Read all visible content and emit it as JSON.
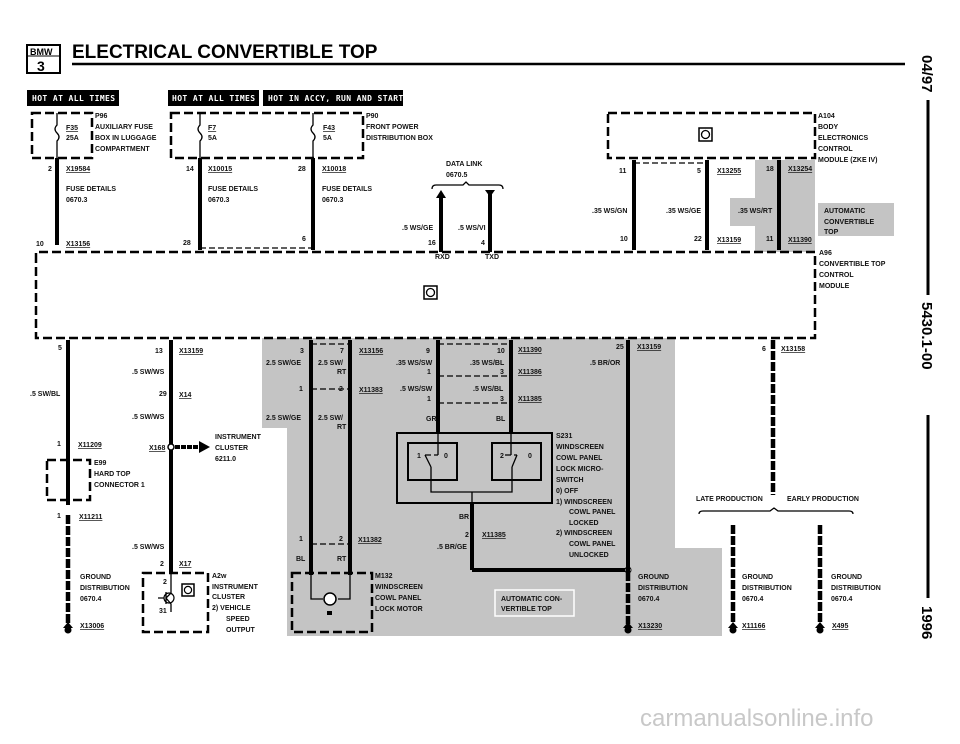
{
  "header": {
    "logo_top": "BMW",
    "logo_num": "3",
    "title": "ELECTRICAL CONVERTIBLE TOP"
  },
  "side": {
    "date": "04/97",
    "page": "5430.1-00",
    "year": "1996"
  },
  "badges": [
    "HOT AT ALL TIMES",
    "HOT AT ALL TIMES",
    "HOT IN ACCY, RUN AND START"
  ],
  "p96": {
    "id": "P96",
    "desc": [
      "AUXILIARY FUSE",
      "BOX IN LUGGAGE",
      "COMPARTMENT"
    ],
    "fuse": "F35",
    "amp": "25A",
    "pin": "2",
    "conn": "X19584",
    "bot_pin": "10",
    "bot_conn": "X13156"
  },
  "p90": {
    "id": "P90",
    "desc": [
      "FRONT POWER",
      "DISTRIBUTION BOX"
    ],
    "fuse1": "F7",
    "amp1": "5A",
    "fuse2": "F43",
    "amp2": "5A",
    "pin1": "14",
    "conn1": "X10015",
    "pin2": "28",
    "conn2": "X10018",
    "bot_pin1": "28",
    "bot_pin2": "6"
  },
  "fuse_details": {
    "label": "FUSE DETAILS",
    "ref": "0670.3"
  },
  "data_link": {
    "label": "DATA LINK",
    "ref": "0670.5",
    "wire1": ".5 WS/GE",
    "wire2": ".5 WS/VI",
    "pin1": "16",
    "pin2": "4",
    "rxd": "RXD",
    "txd": "TXD"
  },
  "a104": {
    "id": "A104",
    "desc": [
      "BODY",
      "ELECTRONICS",
      "CONTROL",
      "MODULE (ZKE IV)"
    ],
    "pins_top": [
      "11",
      "5",
      "18"
    ],
    "conn_top1": "X13255",
    "conn_top2": "X13254",
    "wires": [
      ".35 WS/GN",
      ".35 WS/GE",
      ".35 WS/RT"
    ],
    "pins_bot": [
      "10",
      "22",
      "11"
    ],
    "conn_bot1": "X13159",
    "conn_bot2": "X11390"
  },
  "legend_box": [
    "AUTOMATIC",
    "CONVERTIBLE",
    "TOP"
  ],
  "a96": {
    "id": "A96",
    "desc": [
      "CONVERTIBLE TOP",
      "CONTROL",
      "MODULE"
    ]
  },
  "left": {
    "pin": "5",
    "wire": ".5 SW/BL",
    "pin2": "1",
    "conn2": "X11209",
    "e99": [
      "E99",
      "HARD TOP",
      "CONNECTOR 1"
    ],
    "pin3": "1",
    "conn3": "X11211",
    "ground": [
      "GROUND",
      "DISTRIBUTION",
      "0670.4"
    ],
    "gconn": "X13006"
  },
  "cluster": {
    "pin": "13",
    "conn": "X13159",
    "wire": ".5 SW/WS",
    "pin2": "29",
    "conn2": "X14",
    "splice": "X168",
    "arrow": [
      "INSTRUMENT",
      "CLUSTER",
      "6211.0"
    ],
    "pin3": "2",
    "conn3": "X17",
    "a2w": [
      "A2w",
      "INSTRUMENT",
      "CLUSTER",
      "2)  VEHICLE",
      "SPEED",
      "OUTPUT"
    ],
    "inner_pin": "2",
    "inner_pin2": "31"
  },
  "m132": {
    "pins_top": [
      "3",
      "7"
    ],
    "conn_top": "X13156",
    "wire_a": "2.5 SW/GE",
    "wire_b1": "2.5 SW/",
    "wire_b2": "RT",
    "pins_mid": [
      "1",
      "2"
    ],
    "conn_mid": "X11383",
    "pins_bot": [
      "1",
      "2"
    ],
    "conn_bot": "X11382",
    "col1": "BL",
    "col2": "RT",
    "desc": [
      "M132",
      "WINDSCREEN",
      "COWL PANEL",
      "LOCK MOTOR"
    ]
  },
  "s231": {
    "pins_a": [
      "9",
      "10"
    ],
    "conn_a": "X11390",
    "wire_a1": ".35 WS/SW",
    "wire_a2": ".35 WS/BL",
    "pins_b": [
      "1",
      "3"
    ],
    "conn_b": "X11386",
    "wire_b1": ".5 WS/SW",
    "wire_b2": ".5 WS/BL",
    "pins_c": [
      "1",
      "3"
    ],
    "conn_c": "X11385",
    "col1": "GR",
    "col2": "BL",
    "sw1": [
      "1",
      "0"
    ],
    "sw2": [
      "2",
      "0"
    ],
    "desc": [
      "S231",
      "WINDSCREEN",
      "COWL PANEL",
      "LOCK MICRO-",
      "SWITCH",
      "0)   OFF",
      "1)   WINDSCREEN",
      "COWL PANEL",
      "LOCKED",
      "2)   WINDSCREEN",
      "COWL PANEL",
      "UNLOCKED"
    ],
    "br": "BR",
    "pin_out": "2",
    "conn_out": "X11385",
    "wire_out": ".5 BR/GE"
  },
  "legend_box2": [
    "AUTOMATIC CON-",
    "VERTIBLE TOP"
  ],
  "right_gnd": {
    "pin": "25",
    "conn": "X13159",
    "wire": ".5 BR/OR",
    "ground": [
      "GROUND",
      "DISTRIBUTION",
      "0670.4"
    ],
    "gconn": "X13230"
  },
  "prod": {
    "pin": "6",
    "conn": "X13158",
    "late": "LATE PRODUCTION",
    "early": "EARLY PRODUCTION",
    "ground": [
      "GROUND",
      "DISTRIBUTION",
      "0670.4"
    ],
    "gconn_late": "X11166",
    "gconn_early": "X495"
  },
  "watermark": "carmanualsonline.info"
}
